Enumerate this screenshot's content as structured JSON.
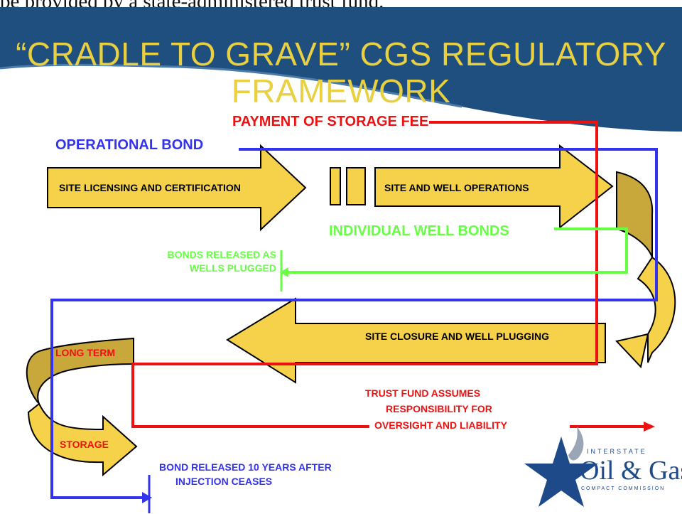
{
  "header": {
    "cut_text": "be provided by a state-administered trust fund.",
    "title_line1": "“CRADLE TO GRAVE” CGS REGULATORY",
    "title_line2": "FRAMEWORK"
  },
  "labels": {
    "payment_fee": "PAYMENT OF STORAGE FEE",
    "operational_bond": "OPERATIONAL BOND",
    "site_licensing": "SITE LICENSING AND CERTIFICATION",
    "site_operations": "SITE AND WELL OPERATIONS",
    "individual_bonds": "INDIVIDUAL WELL BONDS",
    "bonds_released_1": "BONDS RELEASED AS",
    "bonds_released_2": "WELLS PLUGGED",
    "site_closure": "SITE CLOSURE AND WELL PLUGGING",
    "long_term": "LONG TERM",
    "storage": "STORAGE",
    "trust_1": "TRUST FUND ASSUMES",
    "trust_2": "RESPONSIBILITY FOR",
    "trust_3": "OVERSIGHT AND LIABILITY",
    "bond_release_1": "BOND RELEASED 10 YEARS AFTER",
    "bond_release_2": "INJECTION CEASES"
  },
  "logo": {
    "top": "INTERSTATE",
    "main": "Oil & Gas",
    "bottom": "COMPACT COMMISSION"
  },
  "colors": {
    "banner": "#1f4f7f",
    "title": "#e8d040",
    "arrow_fill": "#f5d24a",
    "arrow_dark": "#c8a83a",
    "red": "#ee1111",
    "blue": "#3333ee",
    "green": "#66ff44"
  }
}
